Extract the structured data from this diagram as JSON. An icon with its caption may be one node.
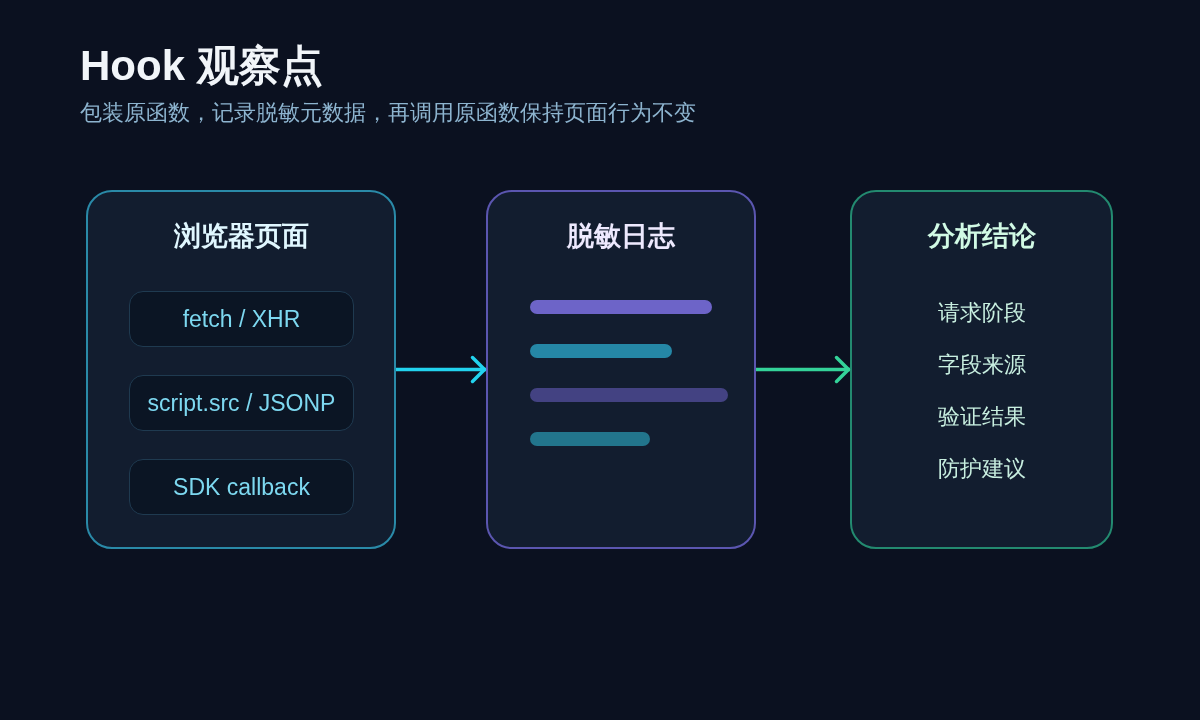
{
  "diagram": {
    "title": "Hook 观察点",
    "nodes": [
      {
        "text": [
          "浏览器页面"
        ]
      },
      {
        "text": [
          "fetch / XHR"
        ],
        "in": 0
      },
      {
        "text": [
          "script.src / JSONP"
        ],
        "in": 0
      },
      {
        "text": [
          "SDK callback"
        ],
        "in": 0
      },
      {
        "text": [
          "脱敏日志"
        ]
      },
      {
        "text": [
          "分析结论",
          "请求阶段",
          "字段来源",
          "验证结果",
          "防护建议"
        ]
      }
    ],
    "edges": [
      {
        "from": 0,
        "to": 4,
        "arrow": "to",
        "color": "#22d3ee"
      },
      {
        "from": 4,
        "to": 5,
        "arrow": "to",
        "color": "#34d399"
      }
    ],
    "labels": [
      "包装原函数，记录脱敏元数据，再调用原函数保持页面行为不变"
    ]
  }
}
